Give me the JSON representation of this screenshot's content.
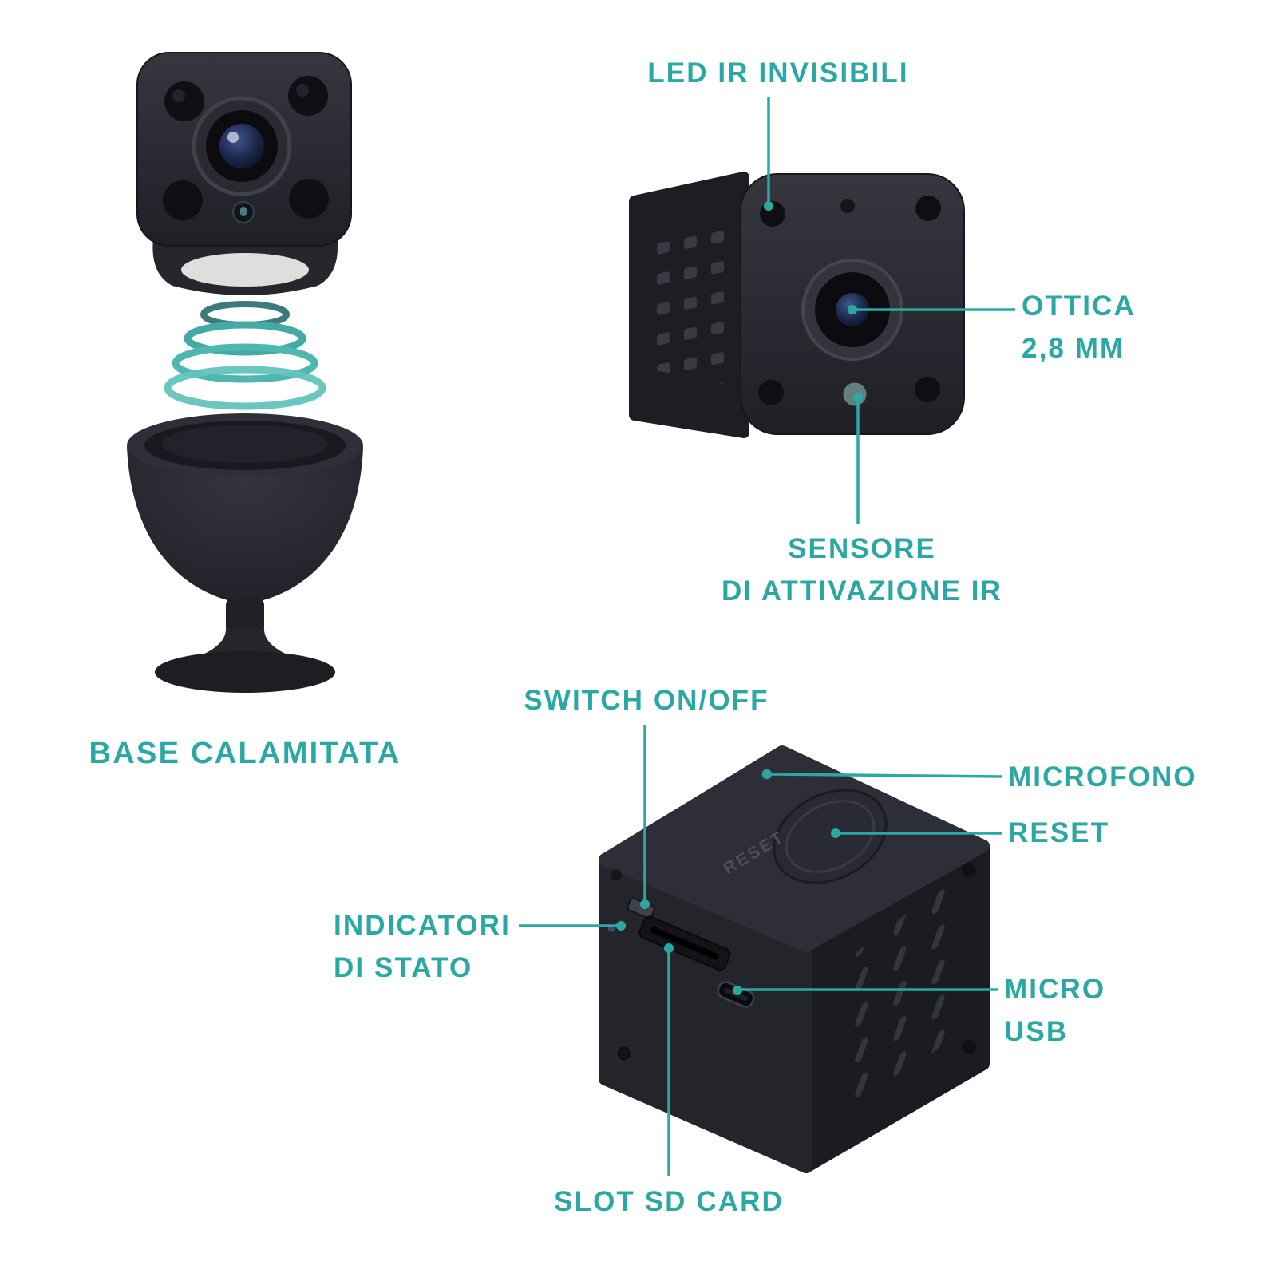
{
  "page": {
    "background": "#ffffff",
    "accent": "#2ba8a3",
    "device_color": "#24242b"
  },
  "callouts": {
    "led_ir": {
      "label": "LED IR INVISIBILI"
    },
    "ottica": {
      "line1": "OTTICA",
      "line2": "2,8 MM"
    },
    "sensore": {
      "line1": "SENSORE",
      "line2": "DI ATTIVAZIONE IR"
    },
    "base": {
      "label": "BASE CALAMITATA"
    },
    "switch": {
      "label": "SWITCH ON/OFF"
    },
    "microfono": {
      "label": "MICROFONO"
    },
    "reset": {
      "label": "RESET"
    },
    "indicatori": {
      "line1": "INDICATORI",
      "line2": "DI STATO"
    },
    "micro_usb": {
      "line1": "MICRO",
      "line2": "USB"
    },
    "slot_sd": {
      "label": "SLOT SD CARD"
    }
  },
  "engravings": {
    "reset_button": "RESET"
  }
}
